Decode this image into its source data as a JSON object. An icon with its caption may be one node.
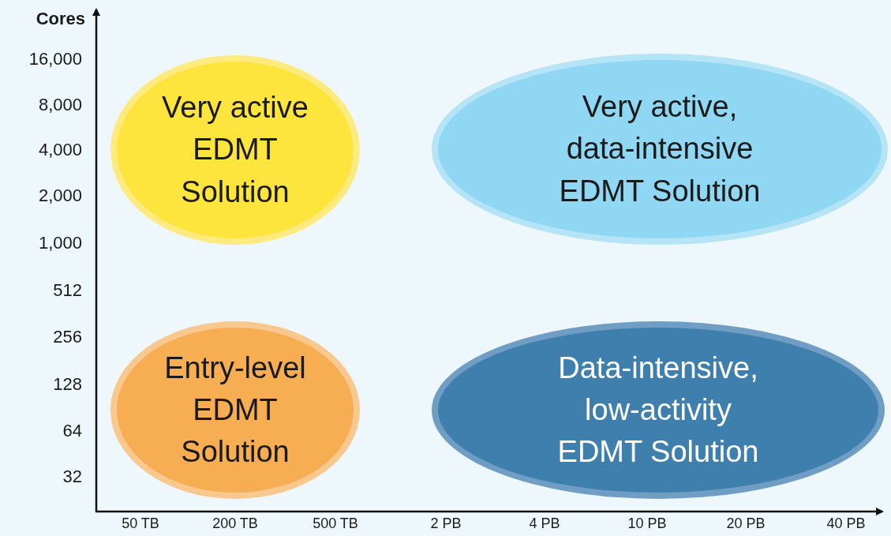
{
  "diagram": {
    "nodes": [
      {
        "text": [
          "Very active EDMT Solution"
        ]
      },
      {
        "text": [
          "Very active, data-intensive EDMT Solution"
        ]
      },
      {
        "text": [
          "Entry-level EDMT Solution"
        ]
      },
      {
        "text": [
          "Data-intensive, low-activity EDMT Solution"
        ]
      }
    ],
    "labels": [
      "Cores",
      "16,000",
      "8,000",
      "4,000",
      "2,000",
      "1,000",
      "512",
      "256",
      "128",
      "64",
      "32",
      "50 TB",
      "200 TB",
      "500 TB",
      "2 PB",
      "4 PB",
      "10 PB",
      "20 PB",
      "40 PB"
    ]
  }
}
